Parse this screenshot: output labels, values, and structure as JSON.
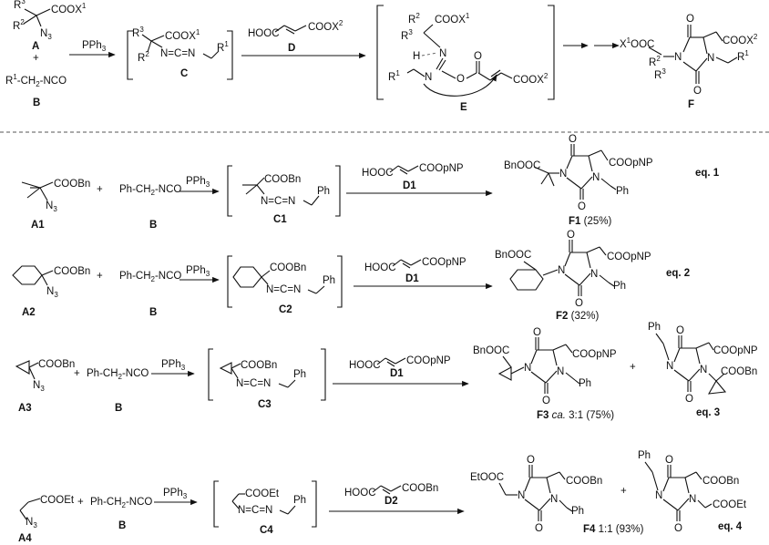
{
  "reagent": "PPh",
  "reagent_sub": "3",
  "general": {
    "A": {
      "label": "A",
      "group": "COOX",
      "group_sup": "1",
      "r3": "R",
      "r3_sup": "3",
      "r2": "R",
      "r2_sup": "2",
      "n3": "N",
      "n3_sub": "3"
    },
    "plus": "+",
    "B": {
      "label": "B",
      "formula_left": "R",
      "formula_sup": "1",
      "formula_right": "-CH",
      "formula_sub": "2",
      "formula_end": "-NCO"
    },
    "C": {
      "label": "C",
      "group": "COOX",
      "group_sup": "1",
      "r3": "R",
      "r3_sup": "3",
      "r2": "R",
      "r2_sup": "2",
      "chain": "N=C=N",
      "r1": "R",
      "r1_sup": "1"
    },
    "D": {
      "label": "D",
      "left": "HOOC",
      "right": "COOX",
      "right_sup": "2"
    },
    "E": {
      "label": "E",
      "r2": "R",
      "r2_sup": "2",
      "r3": "R",
      "r3_sup": "3",
      "group": "COOX",
      "group_sup": "1",
      "h": "H",
      "n_top": "N",
      "n_bottom": "N",
      "r1": "R",
      "r1_sup": "1",
      "o": "O",
      "o2": "O",
      "right": "COOX",
      "right_sup": "2"
    },
    "F": {
      "label": "F",
      "left": "X",
      "left_sup": "1",
      "left_end": "OOC",
      "o": "O",
      "right": "COOX",
      "right_sup": "2",
      "r2": "R",
      "r2_sup": "2",
      "r3": "R",
      "r3_sup": "3",
      "n1": "N",
      "n2": "N",
      "r1": "R",
      "r1_sup": "1",
      "o2": "O"
    }
  },
  "eq1": {
    "A1": {
      "label": "A1",
      "group": "COOBn",
      "n3": "N",
      "n3_sub": "3"
    },
    "B": {
      "label": "B",
      "text_a": "Ph-CH",
      "text_sub": "2",
      "text_b": "-NCO"
    },
    "C1": {
      "label": "C1",
      "group": "COOBn",
      "chain": "N=C=N",
      "ph": "Ph"
    },
    "D1": {
      "label": "D1",
      "left": "HOOC",
      "right": "COOpNP"
    },
    "F1": {
      "label": "F1",
      "yield": " (25%)",
      "left": "BnOOC",
      "right": "COOpNP",
      "o": "O",
      "n": "N",
      "ph": "Ph"
    },
    "eq": "eq. 1"
  },
  "eq2": {
    "A2": {
      "label": "A2",
      "group": "COOBn",
      "n3": "N",
      "n3_sub": "3"
    },
    "B": {
      "label": "B",
      "text_a": "Ph-CH",
      "text_sub": "2",
      "text_b": "-NCO"
    },
    "C2": {
      "label": "C2",
      "group": "COOBn",
      "chain": "N=C=N",
      "ph": "Ph"
    },
    "D1": {
      "label": "D1",
      "left": "HOOC",
      "right": "COOpNP"
    },
    "F2": {
      "label": "F2",
      "yield": " (32%)",
      "left": "BnOOC",
      "right": "COOpNP",
      "o": "O",
      "n": "N",
      "ph": "Ph"
    },
    "eq": "eq. 2"
  },
  "eq3": {
    "A3": {
      "label": "A3",
      "group": "COOBn",
      "n3": "N",
      "n3_sub": "3"
    },
    "B": {
      "label": "B",
      "text_a": "Ph-CH",
      "text_sub": "2",
      "text_b": "-NCO"
    },
    "C3": {
      "label": "C3",
      "group": "COOBn",
      "chain": "N=C=N",
      "ph": "Ph"
    },
    "D1": {
      "label": "D1",
      "left": "HOOC",
      "right": "COOpNP"
    },
    "F3": {
      "label": "F3",
      "ca": "ca.",
      "ratio": " 3:1 (75%)",
      "left": "BnOOC",
      "right": "COOpNP",
      "o": "O",
      "n": "N",
      "ph": "Ph"
    },
    "F3b": {
      "ph": "Ph",
      "right": "COOpNP",
      "group": "COOBn",
      "o": "O",
      "n": "N"
    },
    "eq": "eq. 3"
  },
  "eq4": {
    "A4": {
      "label": "A4",
      "group": "COOEt",
      "n3": "N",
      "n3_sub": "3"
    },
    "B": {
      "label": "B",
      "text_a": "Ph-CH",
      "text_sub": "2",
      "text_b": "-NCO"
    },
    "C4": {
      "label": "C4",
      "group": "COOEt",
      "chain": "N=C=N",
      "ph": "Ph"
    },
    "D2": {
      "label": "D2",
      "left": "HOOC",
      "right": "COOBn"
    },
    "F4": {
      "label": "F4",
      "ratio": " 1:1 (93%)",
      "left": "EtOOC",
      "right": "COOBn",
      "o": "O",
      "n": "N",
      "ph": "Ph"
    },
    "F4b": {
      "ph": "Ph",
      "right": "COOBn",
      "group": "COOEt",
      "o": "O",
      "n": "N"
    },
    "eq": "eq. 4"
  }
}
